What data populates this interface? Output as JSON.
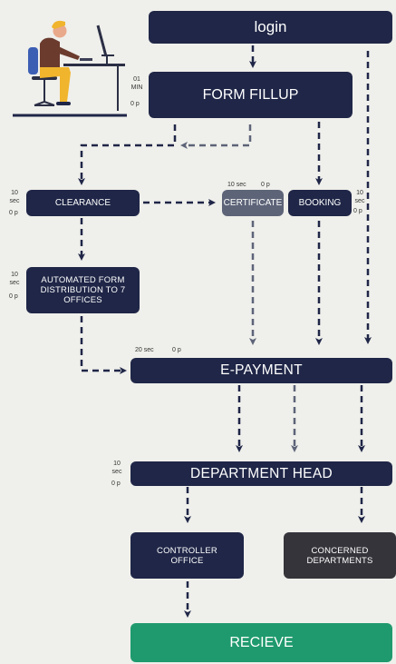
{
  "nodes": {
    "login": "login",
    "form_fillup": "FORM FILLUP",
    "clearance": "CLEARANCE",
    "certificate": "CERTIFICATE",
    "booking": "BOOKING",
    "automated": "AUTOMATED FORM DISTRIBUTION TO 7 OFFICES",
    "e_payment": "E-PAYMENT",
    "department_head": "DEPARTMENT HEAD",
    "controller_office": "CONTROLLER OFFICE",
    "concerned_departments": "CONCERNED DEPARTMENTS",
    "recieve": "RECIEVE"
  },
  "times": {
    "form_fillup_time": "01 MIN",
    "form_fillup_cost": "0 p",
    "clearance_time": "10 sec",
    "clearance_cost": "0 p",
    "certificate_time": "10 sec",
    "certificate_cost": "0 p",
    "booking_time": "10 sec",
    "booking_cost": "0 p",
    "automated_time": "10 sec",
    "automated_cost": "0 p",
    "epayment_time": "20 sec",
    "epayment_cost": "0 p",
    "dept_head_time": "10 sec",
    "dept_head_cost": "0 p"
  },
  "colors": {
    "navy": "#1f2647",
    "grey": "#5d6478",
    "dark": "#34343a",
    "green": "#1f9a6e",
    "background": "#efefeb"
  },
  "illustration": "person-at-computer-illustration"
}
